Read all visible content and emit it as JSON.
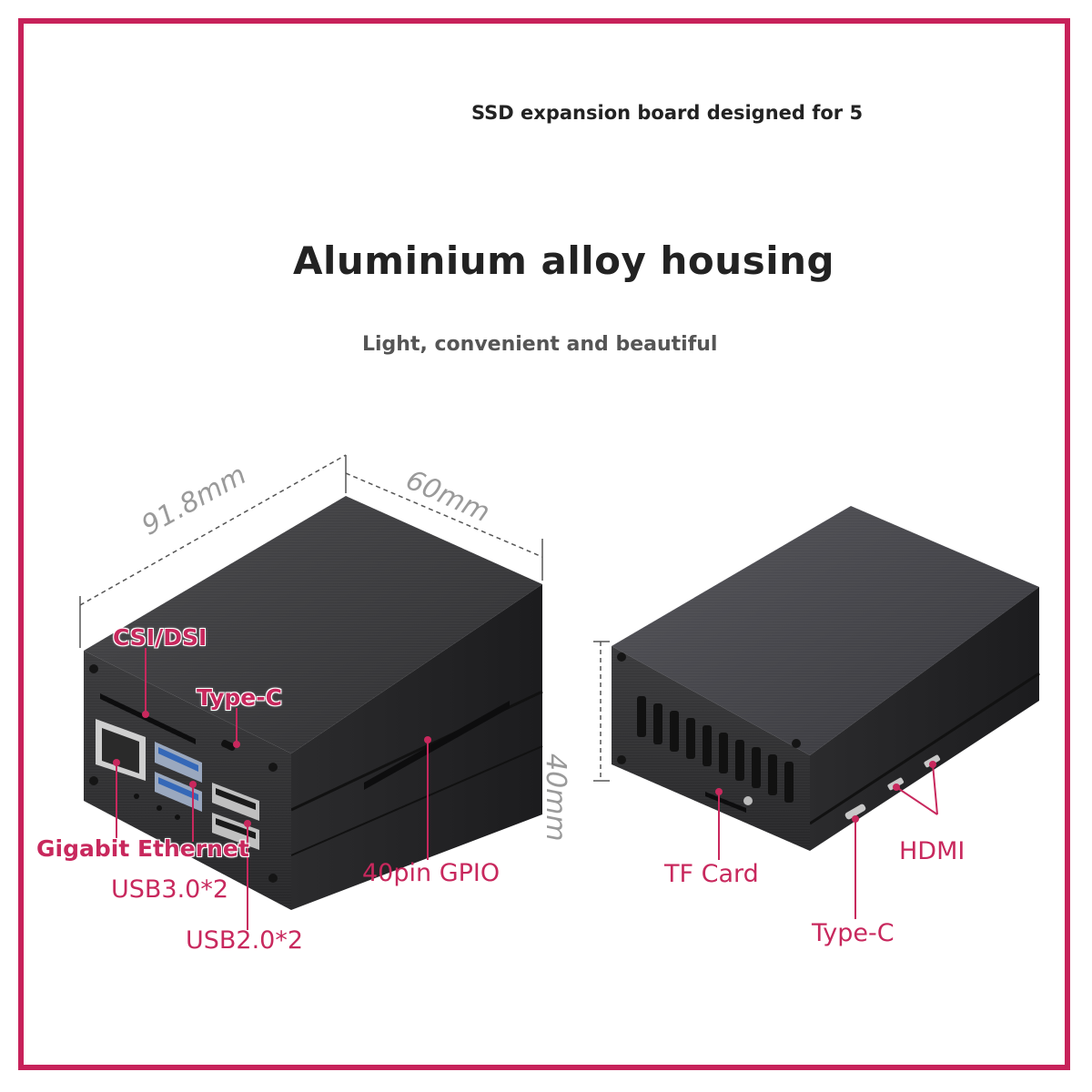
{
  "header": {
    "top_line": "SSD expansion board designed for 5",
    "headline": "Aluminium alloy housing",
    "tagline": "Light, convenient and beautiful"
  },
  "dimensions": {
    "length": "91.8mm",
    "width": "60mm",
    "height": "40mm"
  },
  "left_case_labels": {
    "csi_dsi": "CSI/DSI",
    "type_c": "Type-C",
    "gigabit_ethernet": "Gigabit Ethernet",
    "usb3": "USB3.0*2",
    "usb2": "USB2.0*2",
    "gpio": "40pin GPIO"
  },
  "right_case_labels": {
    "tf_card": "TF Card",
    "hdmi": "HDMI",
    "type_c": "Type-C"
  },
  "colors": {
    "frame": "#c7225a",
    "label": "#c8285d",
    "case": "#2a2a2c"
  }
}
